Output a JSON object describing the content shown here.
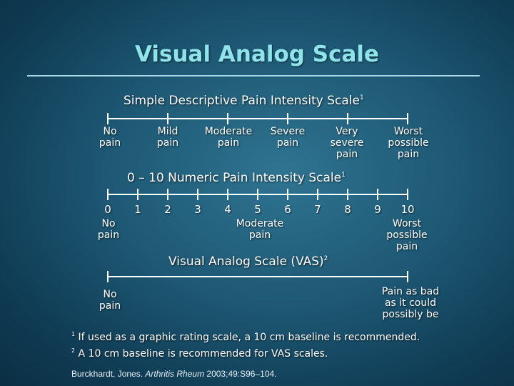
{
  "title": "Visual Analog Scale",
  "descriptive": {
    "heading": "Simple Descriptive Pain Intensity Scale",
    "heading_sup": "1",
    "labels": [
      {
        "line1": "No",
        "line2": "pain",
        "line3": ""
      },
      {
        "line1": "Mild",
        "line2": "pain",
        "line3": ""
      },
      {
        "line1": "Moderate",
        "line2": "pain",
        "line3": ""
      },
      {
        "line1": "Severe",
        "line2": "pain",
        "line3": ""
      },
      {
        "line1": "Very",
        "line2": "severe",
        "line3": "pain"
      },
      {
        "line1": "Worst",
        "line2": "possible",
        "line3": "pain"
      }
    ]
  },
  "numeric": {
    "heading": "0 – 10 Numeric Pain Intensity Scale",
    "heading_sup": "1",
    "numbers": [
      "0",
      "1",
      "2",
      "3",
      "4",
      "5",
      "6",
      "7",
      "8",
      "9",
      "10"
    ],
    "left_label": {
      "line1": "No",
      "line2": "pain"
    },
    "mid_label": {
      "line1": "Moderate",
      "line2": "pain"
    },
    "right_label": {
      "line1": "Worst",
      "line2": "possible",
      "line3": "pain"
    }
  },
  "vas": {
    "heading": "Visual Analog Scale (VAS)",
    "heading_sup": "2",
    "left_label": {
      "line1": "No",
      "line2": "pain"
    },
    "right_label": {
      "line1": "Pain as bad",
      "line2": "as it could",
      "line3": "possibly be"
    }
  },
  "footnotes": [
    {
      "sup": "1",
      "text": "If used as a graphic rating scale, a 10 cm baseline is recommended."
    },
    {
      "sup": "2",
      "text": "A 10 cm baseline is recommended for VAS scales."
    }
  ],
  "citation": {
    "before": "Burckhardt, Jones. ",
    "journal": "Arthritis Rheum",
    "after": " 2003;49:S96–104."
  }
}
